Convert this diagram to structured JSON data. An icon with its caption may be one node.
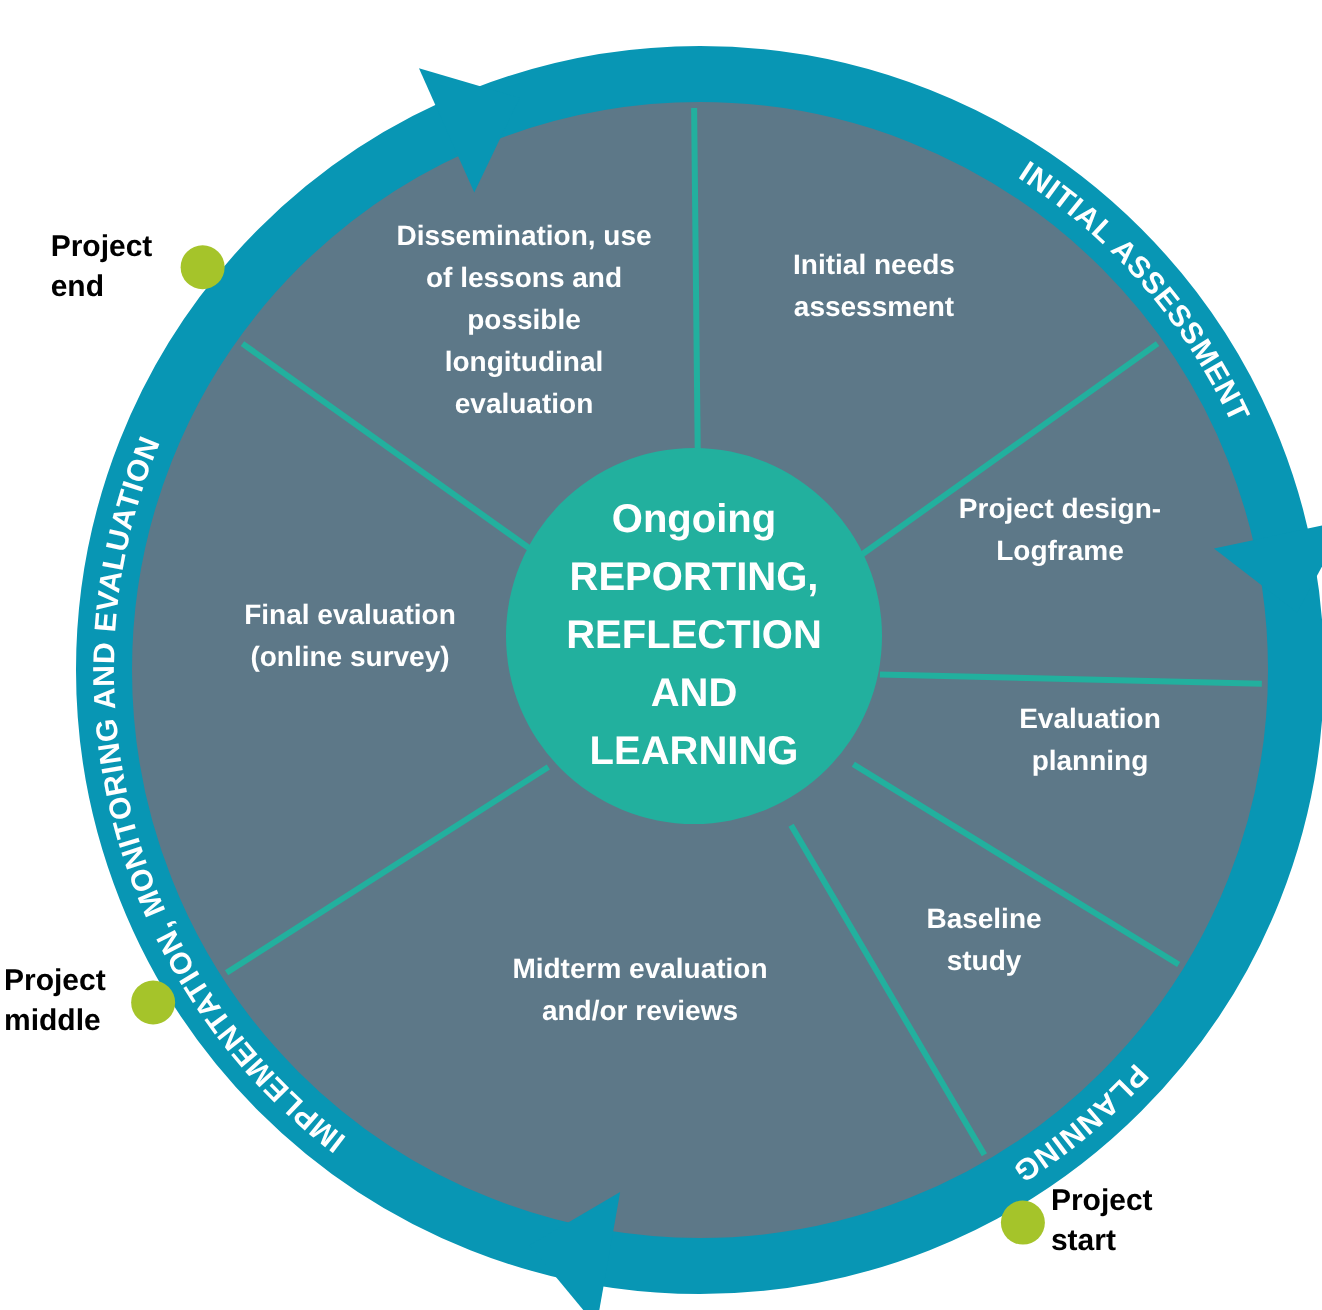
{
  "diagram": {
    "nodes": [
      {
        "text": [
          "Ongoing REPORTING, REFLECTION AND LEARNING"
        ]
      },
      {
        "text": [
          "Initial needs assessment"
        ]
      },
      {
        "text": [
          "Project design-Logframe"
        ]
      },
      {
        "text": [
          "Evaluation planning"
        ]
      },
      {
        "text": [
          "Baseline study"
        ]
      },
      {
        "text": [
          "Midterm evaluation and/or reviews"
        ]
      },
      {
        "text": [
          "Final evaluation (online survey)"
        ]
      },
      {
        "text": [
          "Dissemination, use of lessons and possible longitudinal evaluation"
        ]
      }
    ],
    "labels": [
      "Project end",
      "INITIAL ASSESSMENT",
      "IMPLEMENTATION, MONITORING AND EVALUATION",
      "PLANNING",
      "Project middle",
      "Project start"
    ]
  }
}
